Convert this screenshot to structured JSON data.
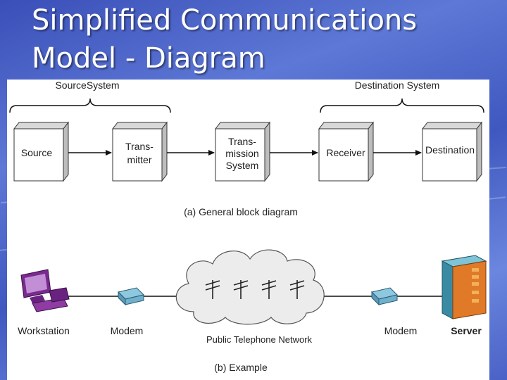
{
  "title_line1": "Simplified Communications",
  "title_line2": "Model - Diagram",
  "block_diagram": {
    "source_system_label": "SourceSystem",
    "destination_system_label": "Destination System",
    "source": "Source",
    "transmitter_line1": "Trans-",
    "transmitter_line2": "mitter",
    "transmission_line1": "Trans-",
    "transmission_line2": "mission",
    "transmission_line3": "System",
    "receiver": "Receiver",
    "destination": "Destination",
    "caption": "(a) General block diagram"
  },
  "example": {
    "workstation": "Workstation",
    "modem_left": "Modem",
    "network": "Public Telephone Network",
    "modem_right": "Modem",
    "server": "Server",
    "caption": "(b) Example"
  }
}
